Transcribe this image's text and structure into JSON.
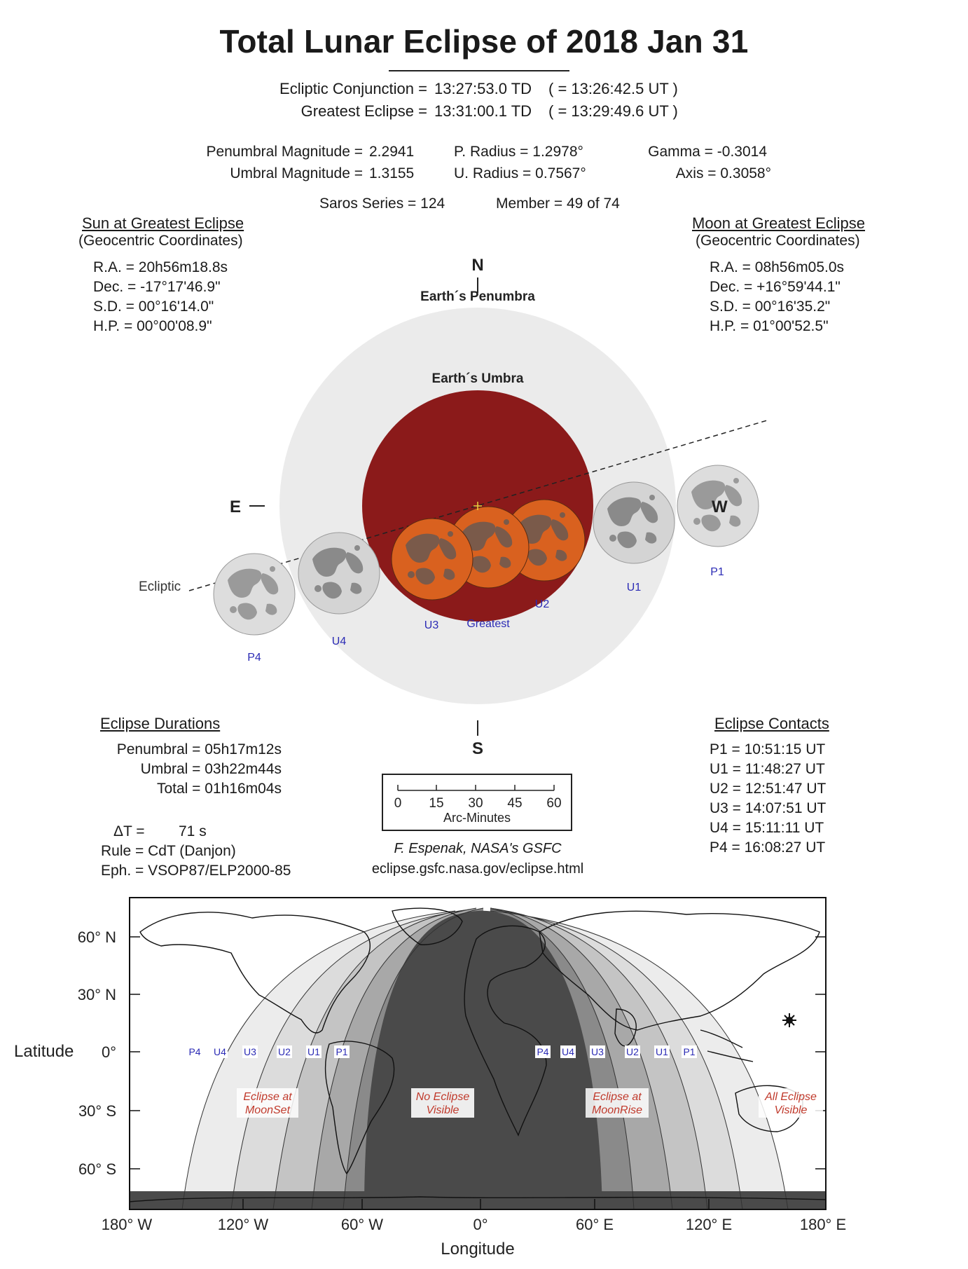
{
  "title": "Total Lunar Eclipse of  2018 Jan 31",
  "conjunction": {
    "label": "Ecliptic Conjunction =",
    "td": "13:27:53.0 TD",
    "ut": "( = 13:26:42.5 UT )"
  },
  "greatest": {
    "label": "Greatest Eclipse =",
    "td": "13:31:00.1 TD",
    "ut": "( = 13:29:49.6 UT )"
  },
  "magnitudes": {
    "pen_label": "Penumbral Magnitude =",
    "pen_value": "2.2941",
    "umb_label": "Umbral Magnitude =",
    "umb_value": "1.3155",
    "p_radius": "P. Radius = 1.2978°",
    "u_radius": "U. Radius = 0.7567°",
    "gamma": "Gamma = -0.3014",
    "axis": "Axis =  0.3058°"
  },
  "saros": {
    "series": "Saros Series = 124",
    "member": "Member = 49 of 74"
  },
  "sun": {
    "heading": "Sun at Greatest Eclipse",
    "sub": "(Geocentric Coordinates)",
    "ra": "R.A. =  20h56m18.8s",
    "dec": "Dec. = -17°17'46.9\"",
    "sd": "S.D. =  00°16'14.0\"",
    "hp": "H.P. =  00°00'08.9\""
  },
  "moon": {
    "heading": "Moon at Greatest Eclipse",
    "sub": "(Geocentric Coordinates)",
    "ra": "R.A. =  08h56m05.0s",
    "dec": "Dec. = +16°59'44.1\"",
    "sd": "S.D. =  00°16'35.2\"",
    "hp": "H.P. =  01°00'52.5\""
  },
  "diagram": {
    "north": "N",
    "south": "S",
    "east": "E",
    "west": "W",
    "penumbra_label": "Earth´s Penumbra",
    "umbra_label": "Earth´s Umbra",
    "ecliptic_label": "Ecliptic",
    "moon_labels": [
      "P1",
      "U1",
      "U2",
      "Greatest",
      "U3",
      "U4",
      "P4"
    ],
    "colors": {
      "penumbra": "#ebebeb",
      "umbra": "#8b1a1a",
      "moon_eclipsed": "#d9611f",
      "moon_normal": "#dddddd",
      "label_blue": "#2b2bb5"
    }
  },
  "durations": {
    "heading": "Eclipse Durations",
    "penumbral": "Penumbral = 05h17m12s",
    "umbral": "Umbral = 03h22m44s",
    "total": "Total = 01h16m04s"
  },
  "extra": {
    "delta_t_label": "ΔT =",
    "delta_t_value": "71 s",
    "rule": "Rule = CdT (Danjon)",
    "eph": "Eph. = VSOP87/ELP2000-85"
  },
  "scale": {
    "ticks": [
      "0",
      "15",
      "30",
      "45",
      "60"
    ],
    "label": "Arc-Minutes"
  },
  "credit": {
    "author": "F. Espenak, NASA's GSFC",
    "url": "eclipse.gsfc.nasa.gov/eclipse.html"
  },
  "contacts": {
    "heading": "Eclipse Contacts",
    "p1": "P1 = 10:51:15 UT",
    "u1": "U1 = 11:48:27 UT",
    "u2": "U2 = 12:51:47 UT",
    "u3": "U3 = 14:07:51 UT",
    "u4": "U4 = 15:11:11 UT",
    "p4": "P4 = 16:08:27 UT"
  },
  "map": {
    "y_axis_title": "Latitude",
    "x_axis_title": "Longitude",
    "lat_labels": [
      "60° N",
      "30° N",
      "0°",
      "30° S",
      "60° S"
    ],
    "lon_labels": [
      "180° W",
      "120° W",
      "60° W",
      "0°",
      "60° E",
      "120° E",
      "180° E"
    ],
    "contact_labels_west": [
      "P4",
      "U4",
      "U3",
      "U2",
      "U1",
      "P1"
    ],
    "contact_labels_east": [
      "P4",
      "U4",
      "U3",
      "U2",
      "U1",
      "P1"
    ],
    "zone_moonset": [
      "Eclipse at",
      "MoonSet"
    ],
    "zone_none": [
      "No Eclipse",
      "Visible"
    ],
    "zone_moonrise": [
      "Eclipse at",
      "MoonRise"
    ],
    "zone_all": [
      "All Eclipse",
      "Visible"
    ],
    "colors": {
      "night": "#4a4a4a",
      "band1": "#8a8a8a",
      "band2": "#a8a8a8",
      "band3": "#c4c4c4",
      "band4": "#dcdcdc",
      "band5": "#ececec",
      "zone_text": "#c0392b"
    }
  }
}
